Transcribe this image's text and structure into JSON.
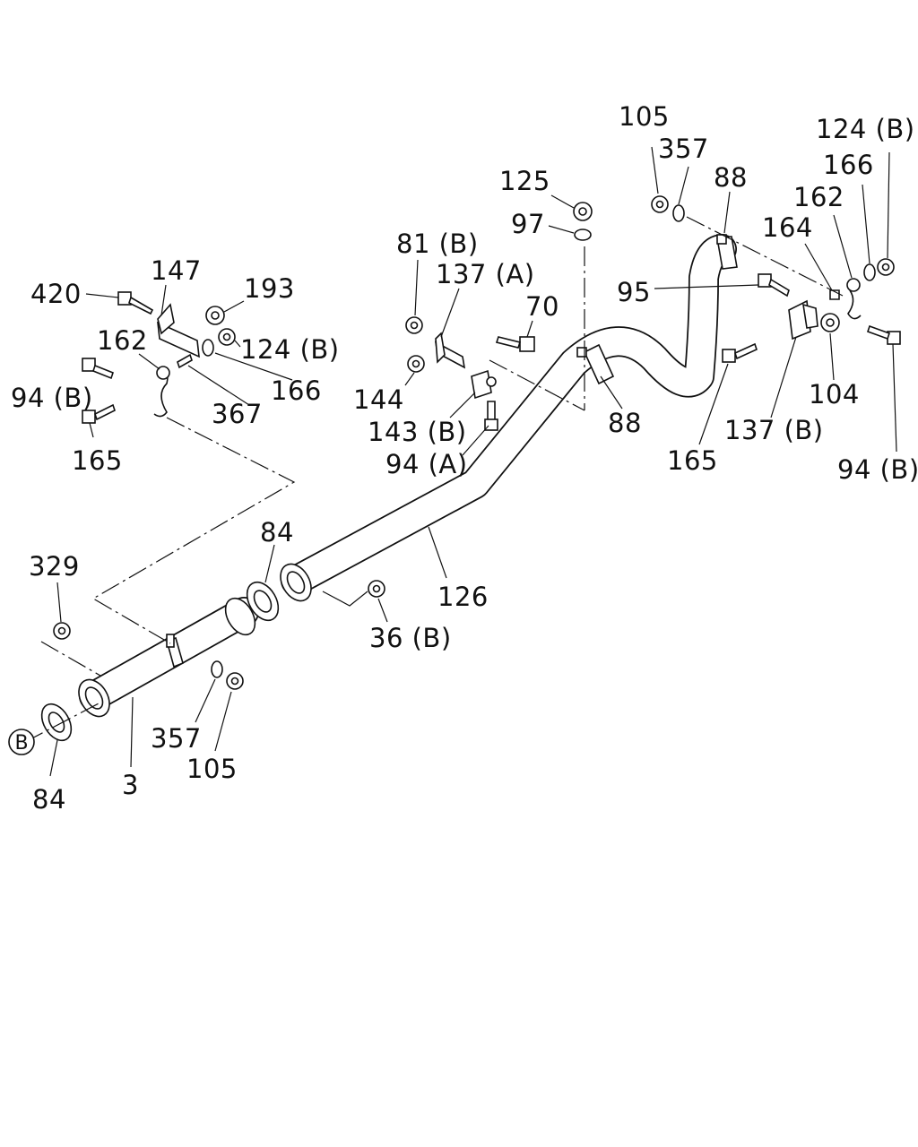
{
  "diagram": {
    "callouts": [
      {
        "id": "c105_top",
        "text": "105"
      },
      {
        "id": "c357_top",
        "text": "357"
      },
      {
        "id": "c88_top",
        "text": "88"
      },
      {
        "id": "c124B_top",
        "text": "124 (B)"
      },
      {
        "id": "c166_right",
        "text": "166"
      },
      {
        "id": "c162_right",
        "text": "162"
      },
      {
        "id": "c164",
        "text": "164"
      },
      {
        "id": "c125",
        "text": "125"
      },
      {
        "id": "c97",
        "text": "97"
      },
      {
        "id": "c81B",
        "text": "81 (B)"
      },
      {
        "id": "c137A",
        "text": "137 (A)"
      },
      {
        "id": "c70",
        "text": "70"
      },
      {
        "id": "c95",
        "text": "95"
      },
      {
        "id": "c147",
        "text": "147"
      },
      {
        "id": "c420",
        "text": "420"
      },
      {
        "id": "c193",
        "text": "193"
      },
      {
        "id": "c162_left",
        "text": "162"
      },
      {
        "id": "c124B_left",
        "text": "124 (B)"
      },
      {
        "id": "c94B_left",
        "text": "94 (B)"
      },
      {
        "id": "c166_left",
        "text": "166"
      },
      {
        "id": "c367",
        "text": "367"
      },
      {
        "id": "c165_left",
        "text": "165"
      },
      {
        "id": "c144",
        "text": "144"
      },
      {
        "id": "c143B",
        "text": "143 (B)"
      },
      {
        "id": "c94A",
        "text": "94 (A)"
      },
      {
        "id": "c88_mid",
        "text": "88"
      },
      {
        "id": "c104",
        "text": "104"
      },
      {
        "id": "c137B",
        "text": "137 (B)"
      },
      {
        "id": "c165_right",
        "text": "165"
      },
      {
        "id": "c94B_right",
        "text": "94 (B)"
      },
      {
        "id": "c84_mid",
        "text": "84"
      },
      {
        "id": "c126",
        "text": "126"
      },
      {
        "id": "c329",
        "text": "329"
      },
      {
        "id": "c36B",
        "text": "36 (B)"
      },
      {
        "id": "c357_bot",
        "text": "357"
      },
      {
        "id": "c105_bot",
        "text": "105"
      },
      {
        "id": "c3",
        "text": "3"
      },
      {
        "id": "c84_bot",
        "text": "84"
      }
    ],
    "reference_mark": "B"
  }
}
